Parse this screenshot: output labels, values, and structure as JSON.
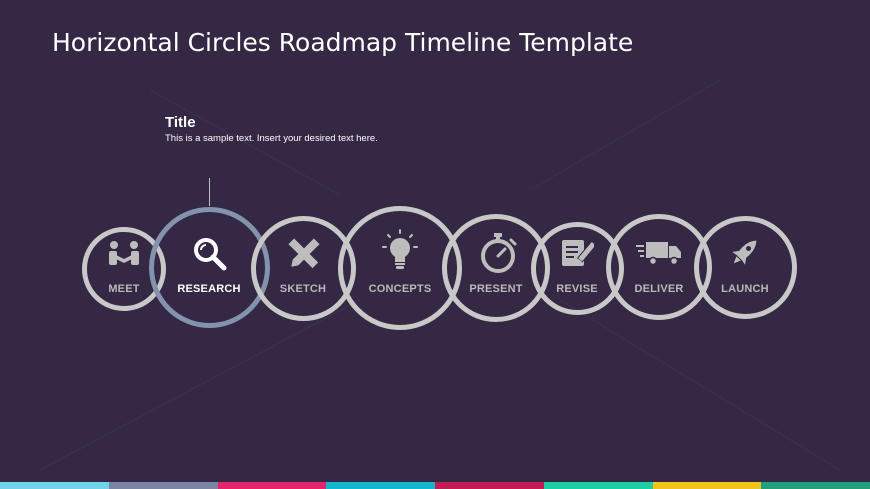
{
  "slide": {
    "title": "Horizontal Circles Roadmap Timeline Template",
    "background": "#342845"
  },
  "callout": {
    "title": "Title",
    "text": "This is a sample text. Insert your desired text here."
  },
  "steps": [
    {
      "label": "MEET",
      "icon": "handshake-icon",
      "active": false
    },
    {
      "label": "RESEARCH",
      "icon": "magnifier-icon",
      "active": true
    },
    {
      "label": "SKETCH",
      "icon": "pencil-ruler-icon",
      "active": false
    },
    {
      "label": "CONCEPTS",
      "icon": "lightbulb-icon",
      "active": false
    },
    {
      "label": "PRESENT",
      "icon": "stopwatch-icon",
      "active": false
    },
    {
      "label": "REVISE",
      "icon": "document-edit-icon",
      "active": false
    },
    {
      "label": "DELIVER",
      "icon": "delivery-truck-icon",
      "active": false
    },
    {
      "label": "LAUNCH",
      "icon": "rocket-icon",
      "active": false
    }
  ],
  "colors": {
    "circle_border": "#c8c8c8",
    "active_border": "#8393ad",
    "bottom_bars": [
      "#6fd3ea",
      "#7c84a3",
      "#e3266b",
      "#17b6cf",
      "#c31d56",
      "#1ecfa3",
      "#f0c419",
      "#1fa27c"
    ]
  }
}
